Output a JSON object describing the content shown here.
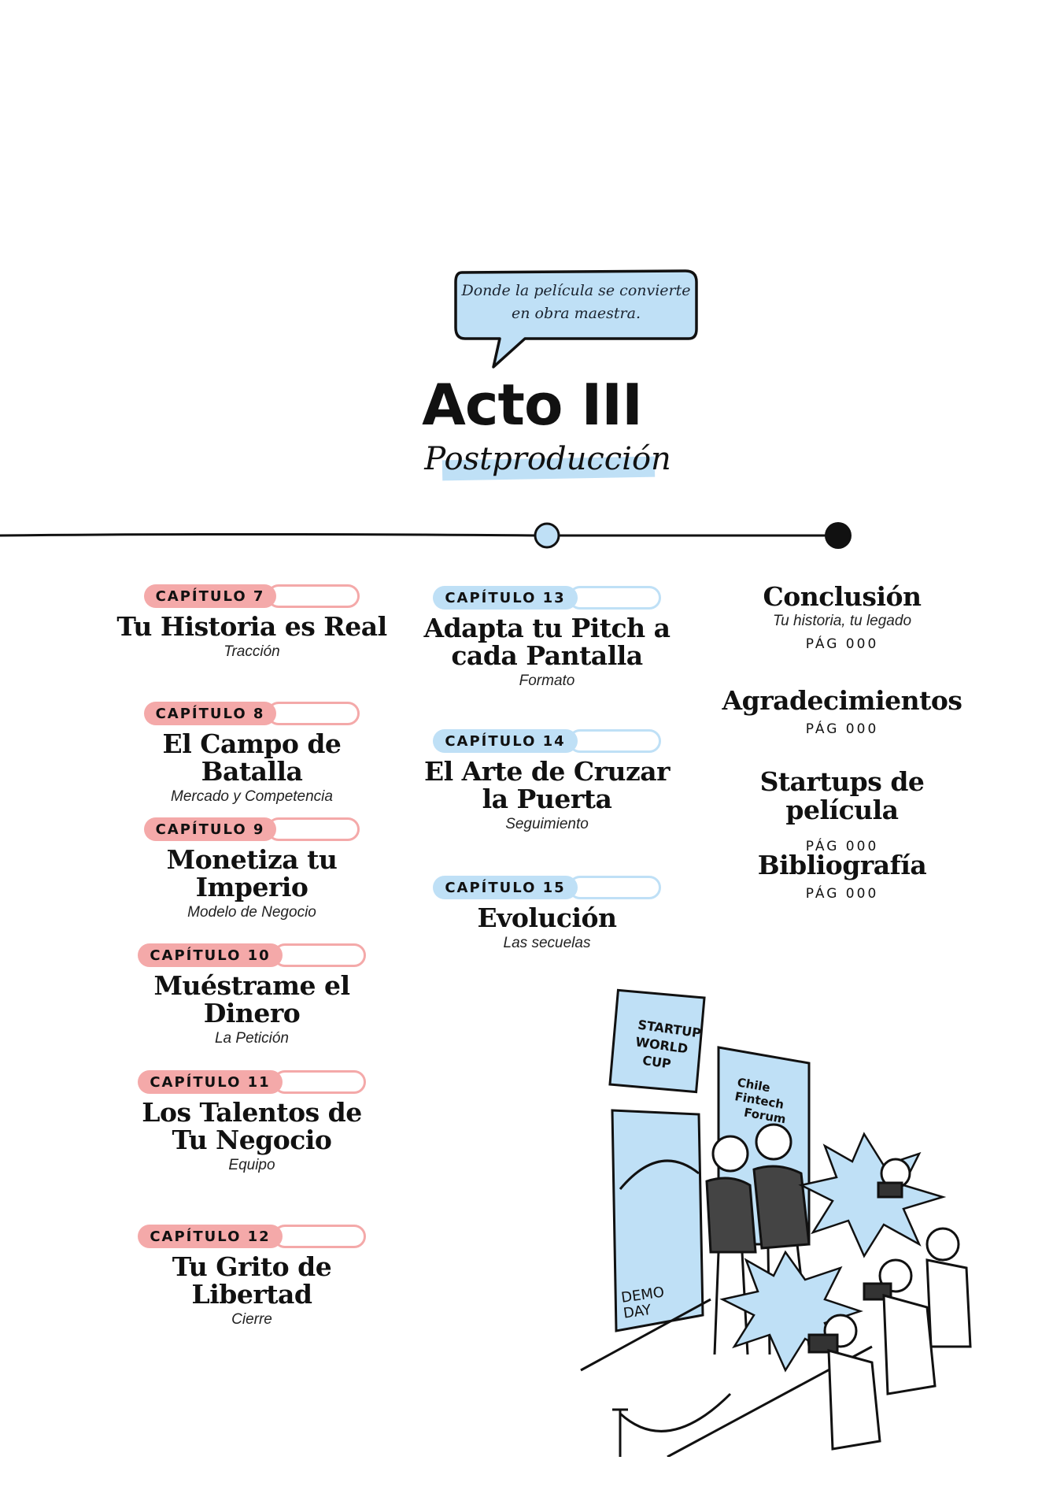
{
  "header": {
    "bubble_line1": "Donde la película se convierte",
    "bubble_line2": "en obra maestra.",
    "act_title": "Acto III",
    "act_subtitle": "Postproducción"
  },
  "colors": {
    "pink": "#f4a9a9",
    "blue": "#bfe0f6",
    "ink": "#111111"
  },
  "left_column": [
    {
      "chapter": "CAPÍTULO 7",
      "title": "Tu Historia es Real",
      "subtitle": "Tracción"
    },
    {
      "chapter": "CAPÍTULO 8",
      "title": "El Campo de Batalla",
      "subtitle": "Mercado y Competencia"
    },
    {
      "chapter": "CAPÍTULO 9",
      "title": "Monetiza tu Imperio",
      "subtitle": "Modelo de Negocio"
    },
    {
      "chapter": "CAPÍTULO 10",
      "title": "Muéstrame el Dinero",
      "subtitle": "La Petición"
    },
    {
      "chapter": "CAPÍTULO 11",
      "title_line1": "Los Talentos de",
      "title_line2": "Tu Negocio",
      "subtitle": "Equipo"
    },
    {
      "chapter": "CAPÍTULO 12",
      "title": "Tu Grito de Libertad",
      "subtitle": "Cierre"
    }
  ],
  "middle_column": [
    {
      "chapter": "CAPÍTULO 13",
      "title_line1": "Adapta tu Pitch a",
      "title_line2": "cada Pantalla",
      "subtitle": "Formato"
    },
    {
      "chapter": "CAPÍTULO 14",
      "title_line1": "El Arte de Cruzar",
      "title_line2": "la Puerta",
      "subtitle": "Seguimiento"
    },
    {
      "chapter": "CAPÍTULO 15",
      "title": "Evolución",
      "subtitle": "Las secuelas"
    }
  ],
  "right_column": [
    {
      "title": "Conclusión",
      "subtitle": "Tu historia, tu legado",
      "page": "PÁG 000"
    },
    {
      "title": "Agradecimientos",
      "page": "PÁG 000"
    },
    {
      "title": "Startups de película",
      "page": "PÁG 000"
    },
    {
      "title": "Bibliografía",
      "page": "PÁG 000"
    }
  ],
  "illustration": {
    "poster1_line1": "STARTUP",
    "poster1_line2": "WORLD",
    "poster1_line3": "CUP",
    "poster2_line1": "Chile",
    "poster2_line2": "Fintech",
    "poster2_line3": "Forum",
    "poster3_line1": "DEMO",
    "poster3_line2": "DAY"
  }
}
